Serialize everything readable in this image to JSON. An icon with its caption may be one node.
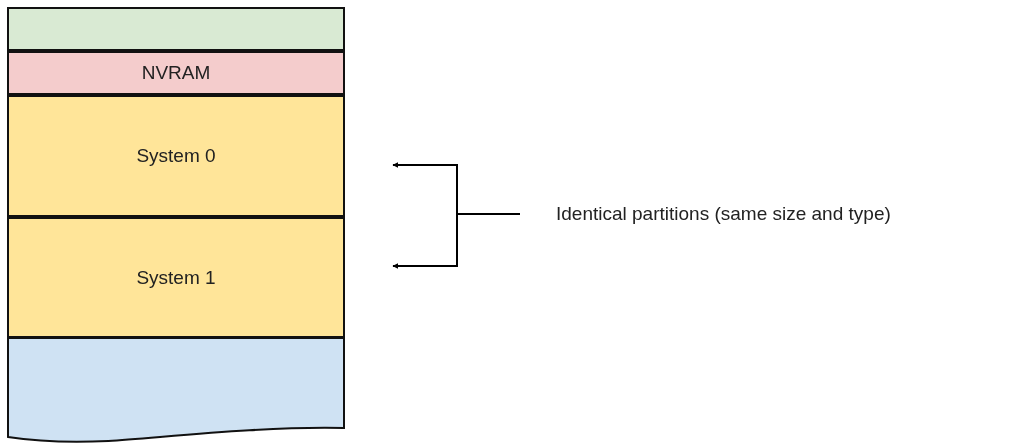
{
  "diagram": {
    "nodes": [
      {
        "text": [],
        "shape": "box"
      },
      {
        "text": [
          "NVRAM"
        ]
      },
      {
        "text": [
          "System 0"
        ]
      },
      {
        "text": [
          "System 1"
        ]
      },
      {
        "text": [],
        "shape": "box"
      },
      {
        "text": [
          "Identical partitions (same size and type)"
        ]
      }
    ],
    "edges": [
      {
        "from": 5,
        "to": null,
        "arrow": "to"
      },
      {
        "from": 5,
        "to": null,
        "arrow": "to"
      }
    ]
  }
}
